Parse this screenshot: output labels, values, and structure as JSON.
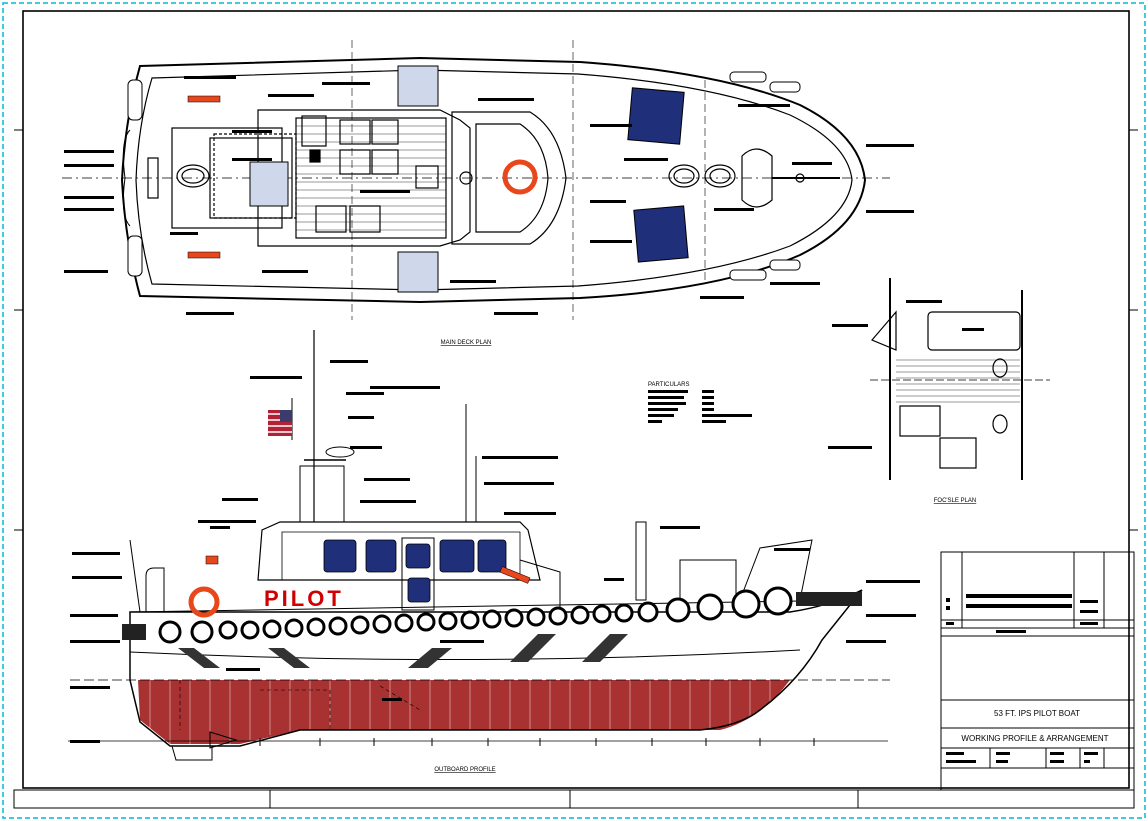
{
  "drawing": {
    "views": {
      "main_deck_plan": "MAIN DECK PLAN",
      "outboard_profile": "OUTBOARD PROFILE",
      "focsle_plan": "FOC'SLE PLAN"
    },
    "hull_marking": "PILOT",
    "particulars_heading": "PARTICULARS"
  },
  "title_block": {
    "project": "53 FT. IPS PILOT BOAT",
    "sheet_title": "WORKING PROFILE & ARRANGEMENT"
  },
  "colors": {
    "line": "#000000",
    "border_cyan": "#00bcd4",
    "accent_red": "#e8471c",
    "window_blue": "#1f2f7a",
    "hull_red": "#9e1b1b"
  }
}
